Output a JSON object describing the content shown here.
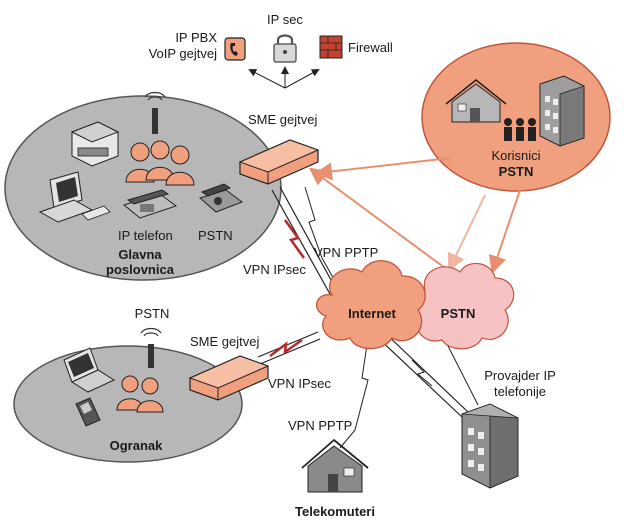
{
  "labels": {
    "ip_sec": "IP sec",
    "ip_pbx_line1": "IP PBX",
    "ip_pbx_line2": "VoIP gejtvej",
    "firewall": "Firewall",
    "sme_gateway_main": "SME gejtvej",
    "ip_telefon": "IP telefon",
    "pstn_main": "PSTN",
    "glavna_line1": "Glavna",
    "glavna_line2": "poslovnica",
    "vpn_ipsec_main": "VPN IPsec",
    "vpn_pptp_main": "VPN PPTP",
    "korisnici_line1": "Korisnici",
    "korisnici_line2": "PSTN",
    "internet": "Internet",
    "pstn_cloud": "PSTN",
    "pstn_branch": "PSTN",
    "sme_gateway_branch": "SME gejtvej",
    "vpn_ipsec_branch": "VPN IPsec",
    "ogranak": "Ogranak",
    "provider_line1": "Provajder IP",
    "provider_line2": "telefonije",
    "vpn_pptp_tele": "VPN PPTP",
    "telekomuteri": "Telekomuteri"
  },
  "colors": {
    "salmon": "#f0a07e",
    "salmon_dark": "#c2553a",
    "gray_area": "#b7b7b7",
    "gray_dark": "#555555",
    "pink_cloud": "#f7c2c3",
    "arrow_red": "#b52b2b"
  },
  "icons": [
    "phone-icon",
    "lock-icon",
    "firewall-icon",
    "printer-icon",
    "people-icon",
    "computer-icon",
    "ip-phone-icon",
    "pstn-phone-icon",
    "antenna-icon",
    "laptop-icon",
    "mobile-phone-icon",
    "house-icon",
    "building-icon"
  ]
}
